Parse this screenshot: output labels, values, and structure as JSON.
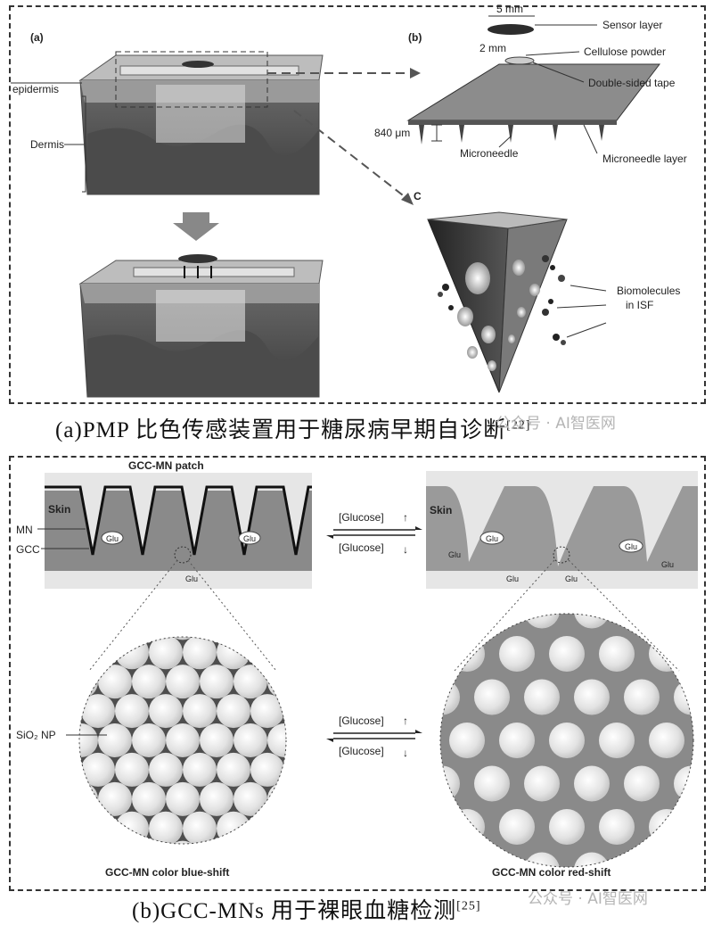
{
  "panel_a": {
    "tag_a": "(a)",
    "tag_b": "(b)",
    "tag_c": "C",
    "layer_epidermis": "epidermis",
    "layer_dermis": "Dermis",
    "dim_5mm": "5 mm",
    "dim_2mm": "2 mm",
    "dim_840um": "840 μm",
    "sensor_layer": "Sensor layer",
    "cellulose_powder": "Cellulose powder",
    "double_sided_tape": "Double-sided tape",
    "microneedle": "Microneedle",
    "microneedle_layer": "Microneedle layer",
    "biomolecules": "Biomolecules",
    "in_isf": "in ISF",
    "caption": "(a)PMP 比色传感装置用于糖尿病早期自诊断",
    "caption_ref": "[22]",
    "watermark": "公众号 · AI智医网"
  },
  "panel_b": {
    "patch_title": "GCC-MN patch",
    "skin_left": "Skin",
    "skin_right": "Skin",
    "mn": "MN",
    "gcc": "GCC",
    "glu": "Glu",
    "glucose_up": "[Glucose]",
    "glucose_down": "[Glucose]",
    "sio2_label": "SiO₂ NP",
    "blue_shift": "GCC-MN color blue-shift",
    "red_shift": "GCC-MN color red-shift",
    "caption": "(b)GCC-MNs 用于裸眼血糖检测",
    "caption_ref": "[25]",
    "watermark": "公众号 · AI智医网"
  }
}
